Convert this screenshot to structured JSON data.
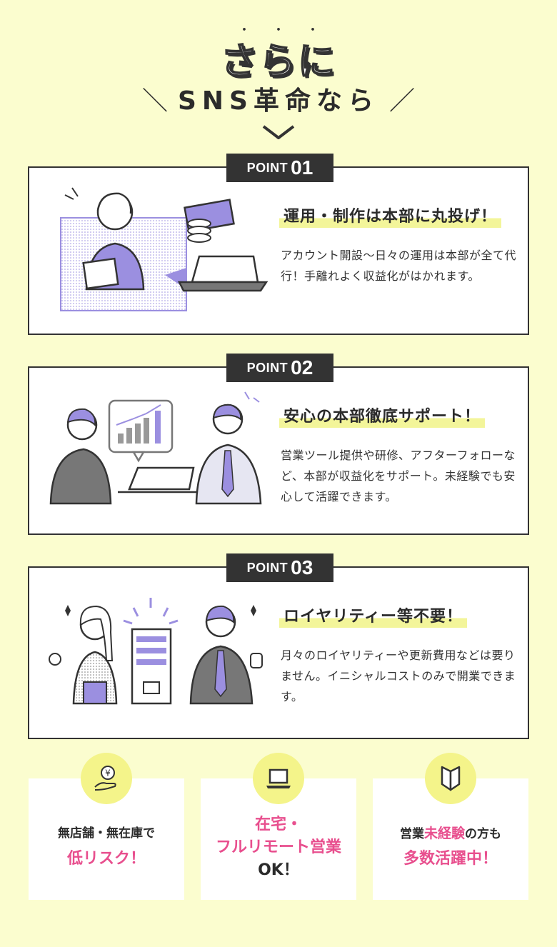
{
  "header": {
    "dots": "・・・",
    "title": "さらに",
    "subtitle": "SNS革命なら",
    "slash_left": "＼",
    "slash_right": "／"
  },
  "points": [
    {
      "badge_label": "POINT",
      "badge_number": "01",
      "title": "運用・制作は本部に丸投げ！",
      "desc": "アカウント開設〜日々の運用は本部が全て代行！手離れよく収益化がはかれます。"
    },
    {
      "badge_label": "POINT",
      "badge_number": "02",
      "title": "安心の本部徹底サポート！",
      "desc": "営業ツール提供や研修、アフターフォローなど、本部が収益化をサポート。未経験でも安心して活躍できます。"
    },
    {
      "badge_label": "POINT",
      "badge_number": "03",
      "title": "ロイヤリティー等不要！",
      "desc": "月々のロイヤリティーや更新費用などは要りません。イニシャルコストのみで開業できます。"
    }
  ],
  "features": [
    {
      "icon": "yen-hand-icon",
      "line1": "無店舗・無在庫で",
      "line2": "低リスク！"
    },
    {
      "icon": "laptop-icon",
      "line1": "在宅・",
      "line2": "フルリモート営業",
      "line3": "OK！"
    },
    {
      "icon": "beginner-mark-icon",
      "line1a": "営業",
      "line1b": "未経験",
      "line1c": "の方も",
      "line2": "多数活躍中！"
    }
  ],
  "colors": {
    "background": "#fbfdcf",
    "accent_purple": "#9b8fe0",
    "accent_pink": "#e84f8e",
    "highlight_yellow": "#f3f59a",
    "dark": "#333333"
  }
}
